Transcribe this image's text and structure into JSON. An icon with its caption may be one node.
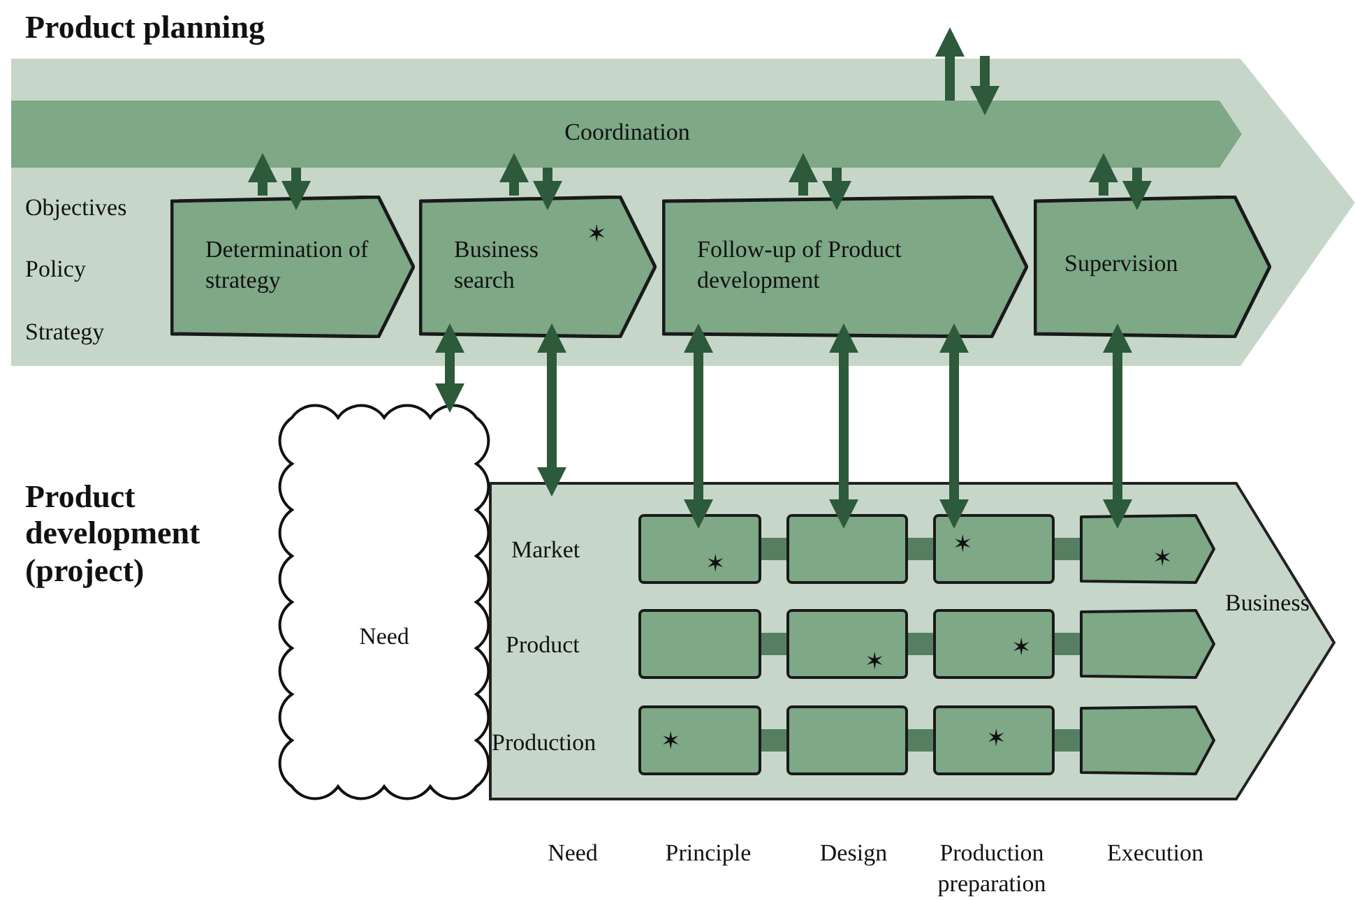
{
  "diagram": {
    "nodes": [
      {
        "text": [
          "Product planning"
        ]
      },
      {
        "text": [
          "Coordination"
        ],
        "in": 0
      },
      {
        "text": [
          "Determination of strategy"
        ],
        "in": 0
      },
      {
        "text": [
          "Business search",
          "✶"
        ],
        "in": 0
      },
      {
        "text": [
          "Follow-up of Product development"
        ],
        "in": 0
      },
      {
        "text": [
          "Supervision"
        ],
        "in": 0
      },
      {
        "text": [
          "Business"
        ]
      },
      {
        "text": [
          "Need"
        ]
      },
      {
        "text": [
          "✶"
        ],
        "in": 6
      },
      {
        "text": [],
        "shape": "box",
        "in": 6
      },
      {
        "text": [
          "✶"
        ],
        "in": 6
      },
      {
        "text": [
          "✶"
        ],
        "in": 6
      },
      {
        "text": [],
        "shape": "box",
        "in": 6
      },
      {
        "text": [
          "✶"
        ],
        "in": 6
      },
      {
        "text": [
          "✶"
        ],
        "in": 6
      },
      {
        "text": [],
        "shape": "pentagon",
        "in": 6
      },
      {
        "text": [
          "✶"
        ],
        "in": 6
      },
      {
        "text": [],
        "shape": "box",
        "in": 6
      },
      {
        "text": [
          "✶"
        ],
        "in": 6
      },
      {
        "text": [],
        "shape": "pentagon",
        "in": 6
      }
    ],
    "edges": [
      {
        "from": 2,
        "to": 1,
        "arrow": "to"
      },
      {
        "from": 1,
        "to": 2,
        "arrow": "to"
      },
      {
        "from": 3,
        "to": 1,
        "arrow": "to"
      },
      {
        "from": 1,
        "to": 3,
        "arrow": "to"
      },
      {
        "from": 4,
        "to": 1,
        "arrow": "to"
      },
      {
        "from": 1,
        "to": 4,
        "arrow": "to"
      },
      {
        "from": 5,
        "to": 1,
        "arrow": "to"
      },
      {
        "from": 1,
        "to": 5,
        "arrow": "to"
      },
      {
        "from": 1,
        "to": null,
        "arrow": "to"
      },
      {
        "from": null,
        "to": 1,
        "arrow": "to"
      },
      {
        "from": 3,
        "to": 7,
        "arrow": "both"
      },
      {
        "from": 3,
        "to": 6,
        "arrow": "both"
      },
      {
        "from": 4,
        "to": 8,
        "arrow": "both"
      },
      {
        "from": 4,
        "to": 9,
        "arrow": "both"
      },
      {
        "from": 4,
        "to": 10,
        "arrow": "both"
      },
      {
        "from": 5,
        "to": 11,
        "arrow": "both"
      },
      {
        "from": 8,
        "to": 9,
        "arrow": "none",
        "style": "thick",
        "color": "#567f62"
      },
      {
        "from": 9,
        "to": 10,
        "arrow": "none",
        "style": "thick",
        "color": "#567f62"
      },
      {
        "from": 10,
        "to": 11,
        "arrow": "none",
        "style": "thick",
        "color": "#567f62"
      },
      {
        "from": 12,
        "to": 13,
        "arrow": "none",
        "style": "thick",
        "color": "#567f62"
      },
      {
        "from": 13,
        "to": 14,
        "arrow": "none",
        "style": "thick",
        "color": "#567f62"
      },
      {
        "from": 14,
        "to": 15,
        "arrow": "none",
        "style": "thick",
        "color": "#567f62"
      },
      {
        "from": 16,
        "to": 17,
        "arrow": "none",
        "style": "thick",
        "color": "#567f62"
      },
      {
        "from": 17,
        "to": 18,
        "arrow": "none",
        "style": "thick",
        "color": "#567f62"
      },
      {
        "from": 18,
        "to": 19,
        "arrow": "none",
        "style": "thick",
        "color": "#567f62"
      }
    ],
    "labels": [
      "Objectives",
      "Policy",
      "Strategy",
      "Product development (project)",
      "Market",
      "Product",
      "Production",
      "Need",
      "Principle",
      "Design",
      "Production preparation",
      "Execution"
    ]
  }
}
